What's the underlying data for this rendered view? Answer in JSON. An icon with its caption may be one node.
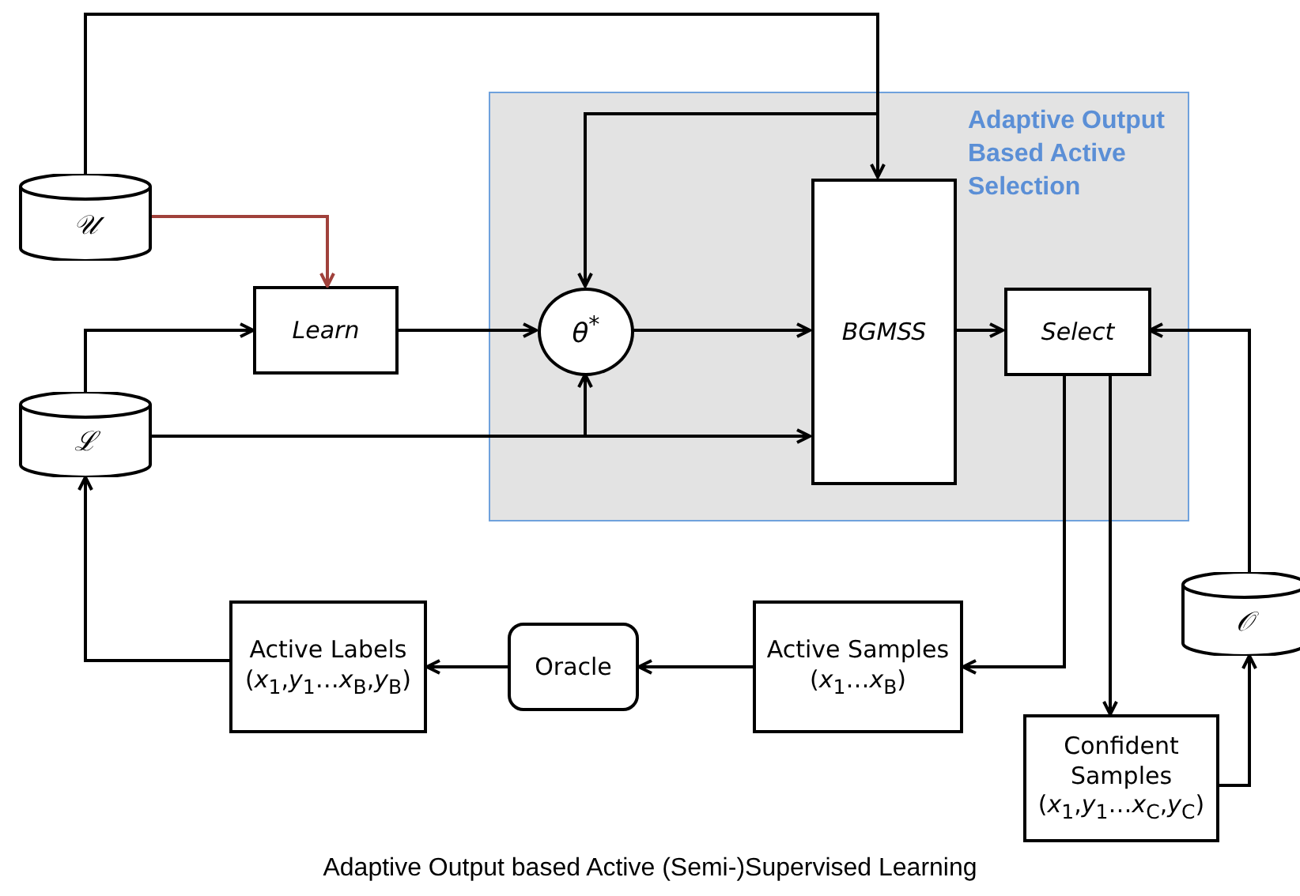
{
  "diagram": {
    "caption": "Adaptive Output based Active (Semi-)Supervised Learning",
    "nodes": [
      {
        "text": [
          "Adaptive Output Based Active Selection"
        ]
      },
      {
        "text": [
          "𝒰"
        ]
      },
      {
        "text": [
          "ℒ"
        ]
      },
      {
        "text": [
          "Learn"
        ]
      },
      {
        "text": [
          "θ$^{*}$"
        ],
        "in": 0
      },
      {
        "text": [
          "BGMSS"
        ],
        "in": 0
      },
      {
        "text": [
          "Select"
        ],
        "in": 0
      },
      {
        "text": [
          "𝒪"
        ]
      },
      {
        "text": [
          "Active Labels",
          "(*x*$_{1}$,*y*$_{1}$…*x*$_{B}$,*y*$_{B}$)"
        ]
      },
      {
        "text": [
          "Oracle"
        ]
      },
      {
        "text": [
          "Active Samples",
          "(*x*$_{1}$…*x*$_{B}$)"
        ]
      },
      {
        "text": [
          "Confident Samples",
          "(*x*$_{1}$,*y*$_{1}$…*x*$_{C}$,*y*$_{C}$)"
        ]
      }
    ],
    "edges": [
      {
        "from": 1,
        "to": 5,
        "arrow": "to"
      },
      {
        "from": 1,
        "to": 4,
        "arrow": "to"
      },
      {
        "from": 1,
        "to": 3,
        "arrow": "to",
        "color": "#a0413b"
      },
      {
        "from": 2,
        "to": 3,
        "arrow": "to"
      },
      {
        "from": 3,
        "to": 4,
        "arrow": "to"
      },
      {
        "from": 4,
        "to": 5,
        "arrow": "to"
      },
      {
        "from": 2,
        "to": 4,
        "arrow": "to"
      },
      {
        "from": 2,
        "to": 5,
        "arrow": "to"
      },
      {
        "from": 5,
        "to": 6,
        "arrow": "to"
      },
      {
        "from": 7,
        "to": 6,
        "arrow": "to"
      },
      {
        "from": 6,
        "to": 10,
        "arrow": "to"
      },
      {
        "from": 6,
        "to": 11,
        "arrow": "to"
      },
      {
        "from": 10,
        "to": 9,
        "arrow": "to"
      },
      {
        "from": 9,
        "to": 8,
        "arrow": "to"
      },
      {
        "from": 8,
        "to": 2,
        "arrow": "to"
      },
      {
        "from": 11,
        "to": 7,
        "arrow": "to"
      }
    ]
  }
}
